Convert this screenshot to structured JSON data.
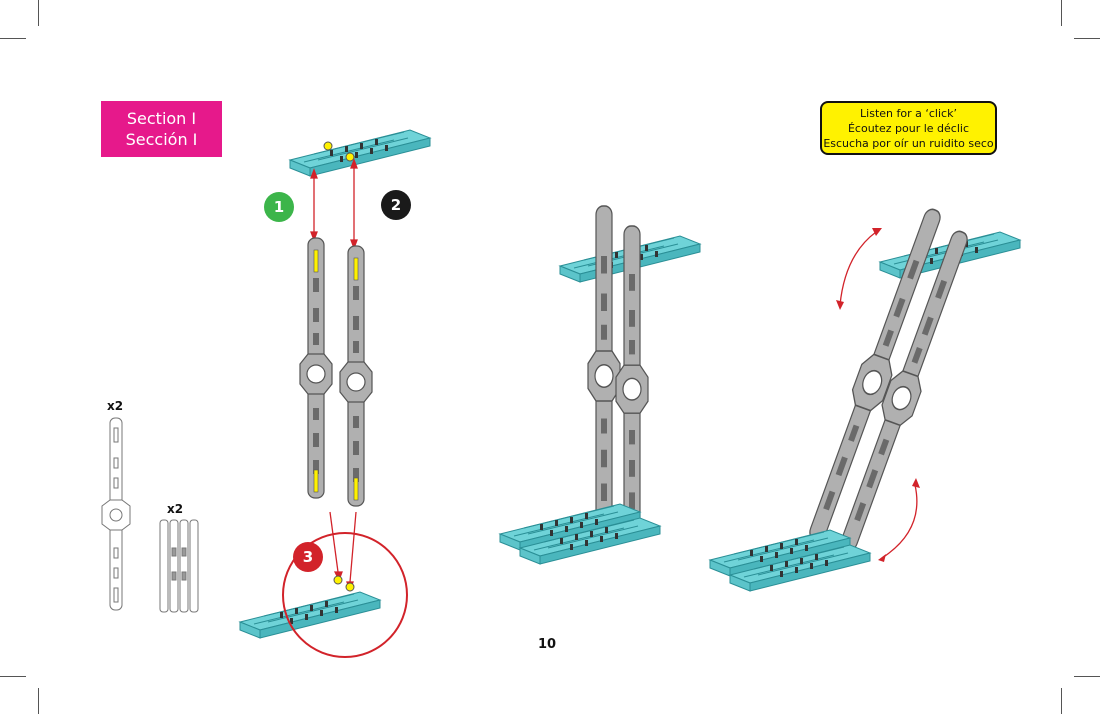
{
  "section": {
    "line1": "Section I",
    "line2": "Sección I"
  },
  "listen": {
    "line1": "Listen for a ‘click’",
    "line2": "Écoutez pour le déclic",
    "line3": "Escucha por oír un ruidito seco"
  },
  "steps": [
    {
      "label": "1",
      "color": "#3cb54a"
    },
    {
      "label": "2",
      "color": "#1a1a1a"
    },
    {
      "label": "3",
      "color": "#d2232a"
    }
  ],
  "parts": {
    "long_strut_qty": "x2",
    "short_plate_qty": "x2"
  },
  "page_number": "10",
  "colors": {
    "plate": "#6fd3d8",
    "strut": "#b0b0b0",
    "arrow": "#d2232a",
    "highlight": "#fff200",
    "badge": "#e6198b"
  }
}
